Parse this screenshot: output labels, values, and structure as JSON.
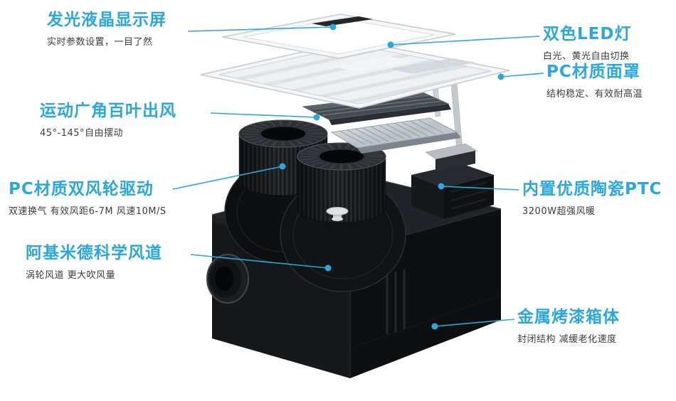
{
  "accent_color": "#2aa7de",
  "subtitle_color": "#3d3d3d",
  "background": "#ffffff",
  "callouts": {
    "left": [
      {
        "title": "发光液晶显示屏",
        "subtitle": "实时参数设置，一目了然"
      },
      {
        "title": "运动广角百叶出风",
        "subtitle": "45°-145°自由摆动"
      },
      {
        "title": "PC材质双风轮驱动",
        "subtitle": "双速换气 有效风距6-7M 风速10M/S"
      },
      {
        "title": "阿基米德科学风道",
        "subtitle": "涡轮风道 更大吹风量"
      }
    ],
    "right": [
      {
        "title": "双色LED灯",
        "subtitle": "白光、黄光自由切换"
      },
      {
        "title": "PC材质面罩",
        "subtitle": "结构稳定、有效耐高温"
      },
      {
        "title": "内置优质陶瓷PTC",
        "subtitle": "3200W超强风暖"
      },
      {
        "title": "金属烤漆箱体",
        "subtitle": "封闭结构 减缓老化速度"
      }
    ]
  },
  "diagram": {
    "type": "exploded-view",
    "subject": "ceiling bathroom heater / ventilation unit",
    "labeled_parts": [
      "发光液晶显示屏",
      "双色LED灯",
      "PC材质面罩",
      "运动广角百叶出风",
      "PC材质双风轮驱动",
      "内置优质陶瓷PTC",
      "阿基米德科学风道",
      "金属烤漆箱体"
    ]
  }
}
